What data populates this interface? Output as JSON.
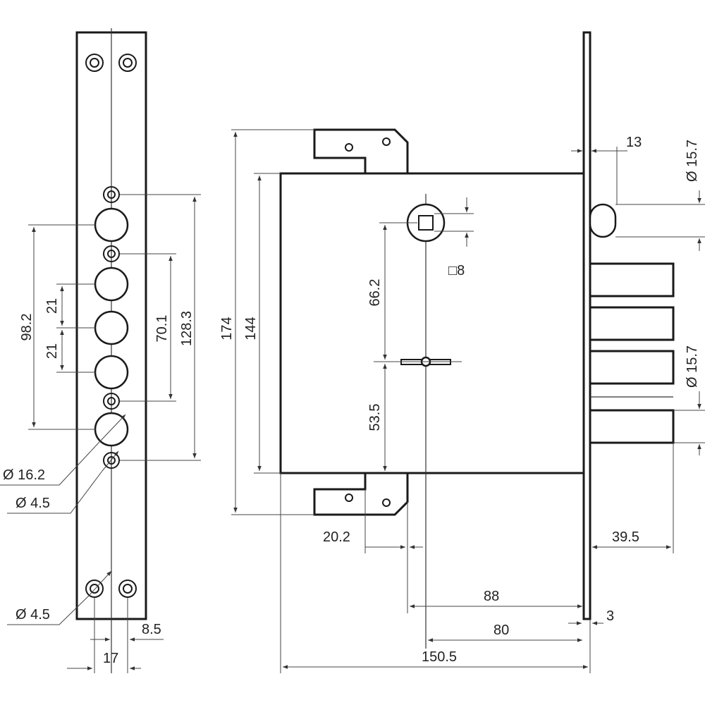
{
  "labels": {
    "strip_98_2": "98.2",
    "strip_21_a": "21",
    "strip_21_b": "21",
    "strip_70_1": "70.1",
    "strip_128_3": "128.3",
    "strip_d16_2": "Ø 16.2",
    "strip_d4_5_a": "Ø 4.5",
    "strip_d4_5_b": "Ø 4.5",
    "strip_8_5": "8.5",
    "strip_17": "17",
    "body_174": "174",
    "body_144": "144",
    "body_66_2": "66.2",
    "body_53_5": "53.5",
    "body_sq8": "□8",
    "body_20_2": "20.2",
    "body_88": "88",
    "body_80": "80",
    "body_150_5": "150.5",
    "body_3": "3",
    "body_39_5": "39.5",
    "body_13": "13",
    "body_d15_7_a": "Ø 15.7",
    "body_d15_7_b": "Ø 15.7"
  }
}
